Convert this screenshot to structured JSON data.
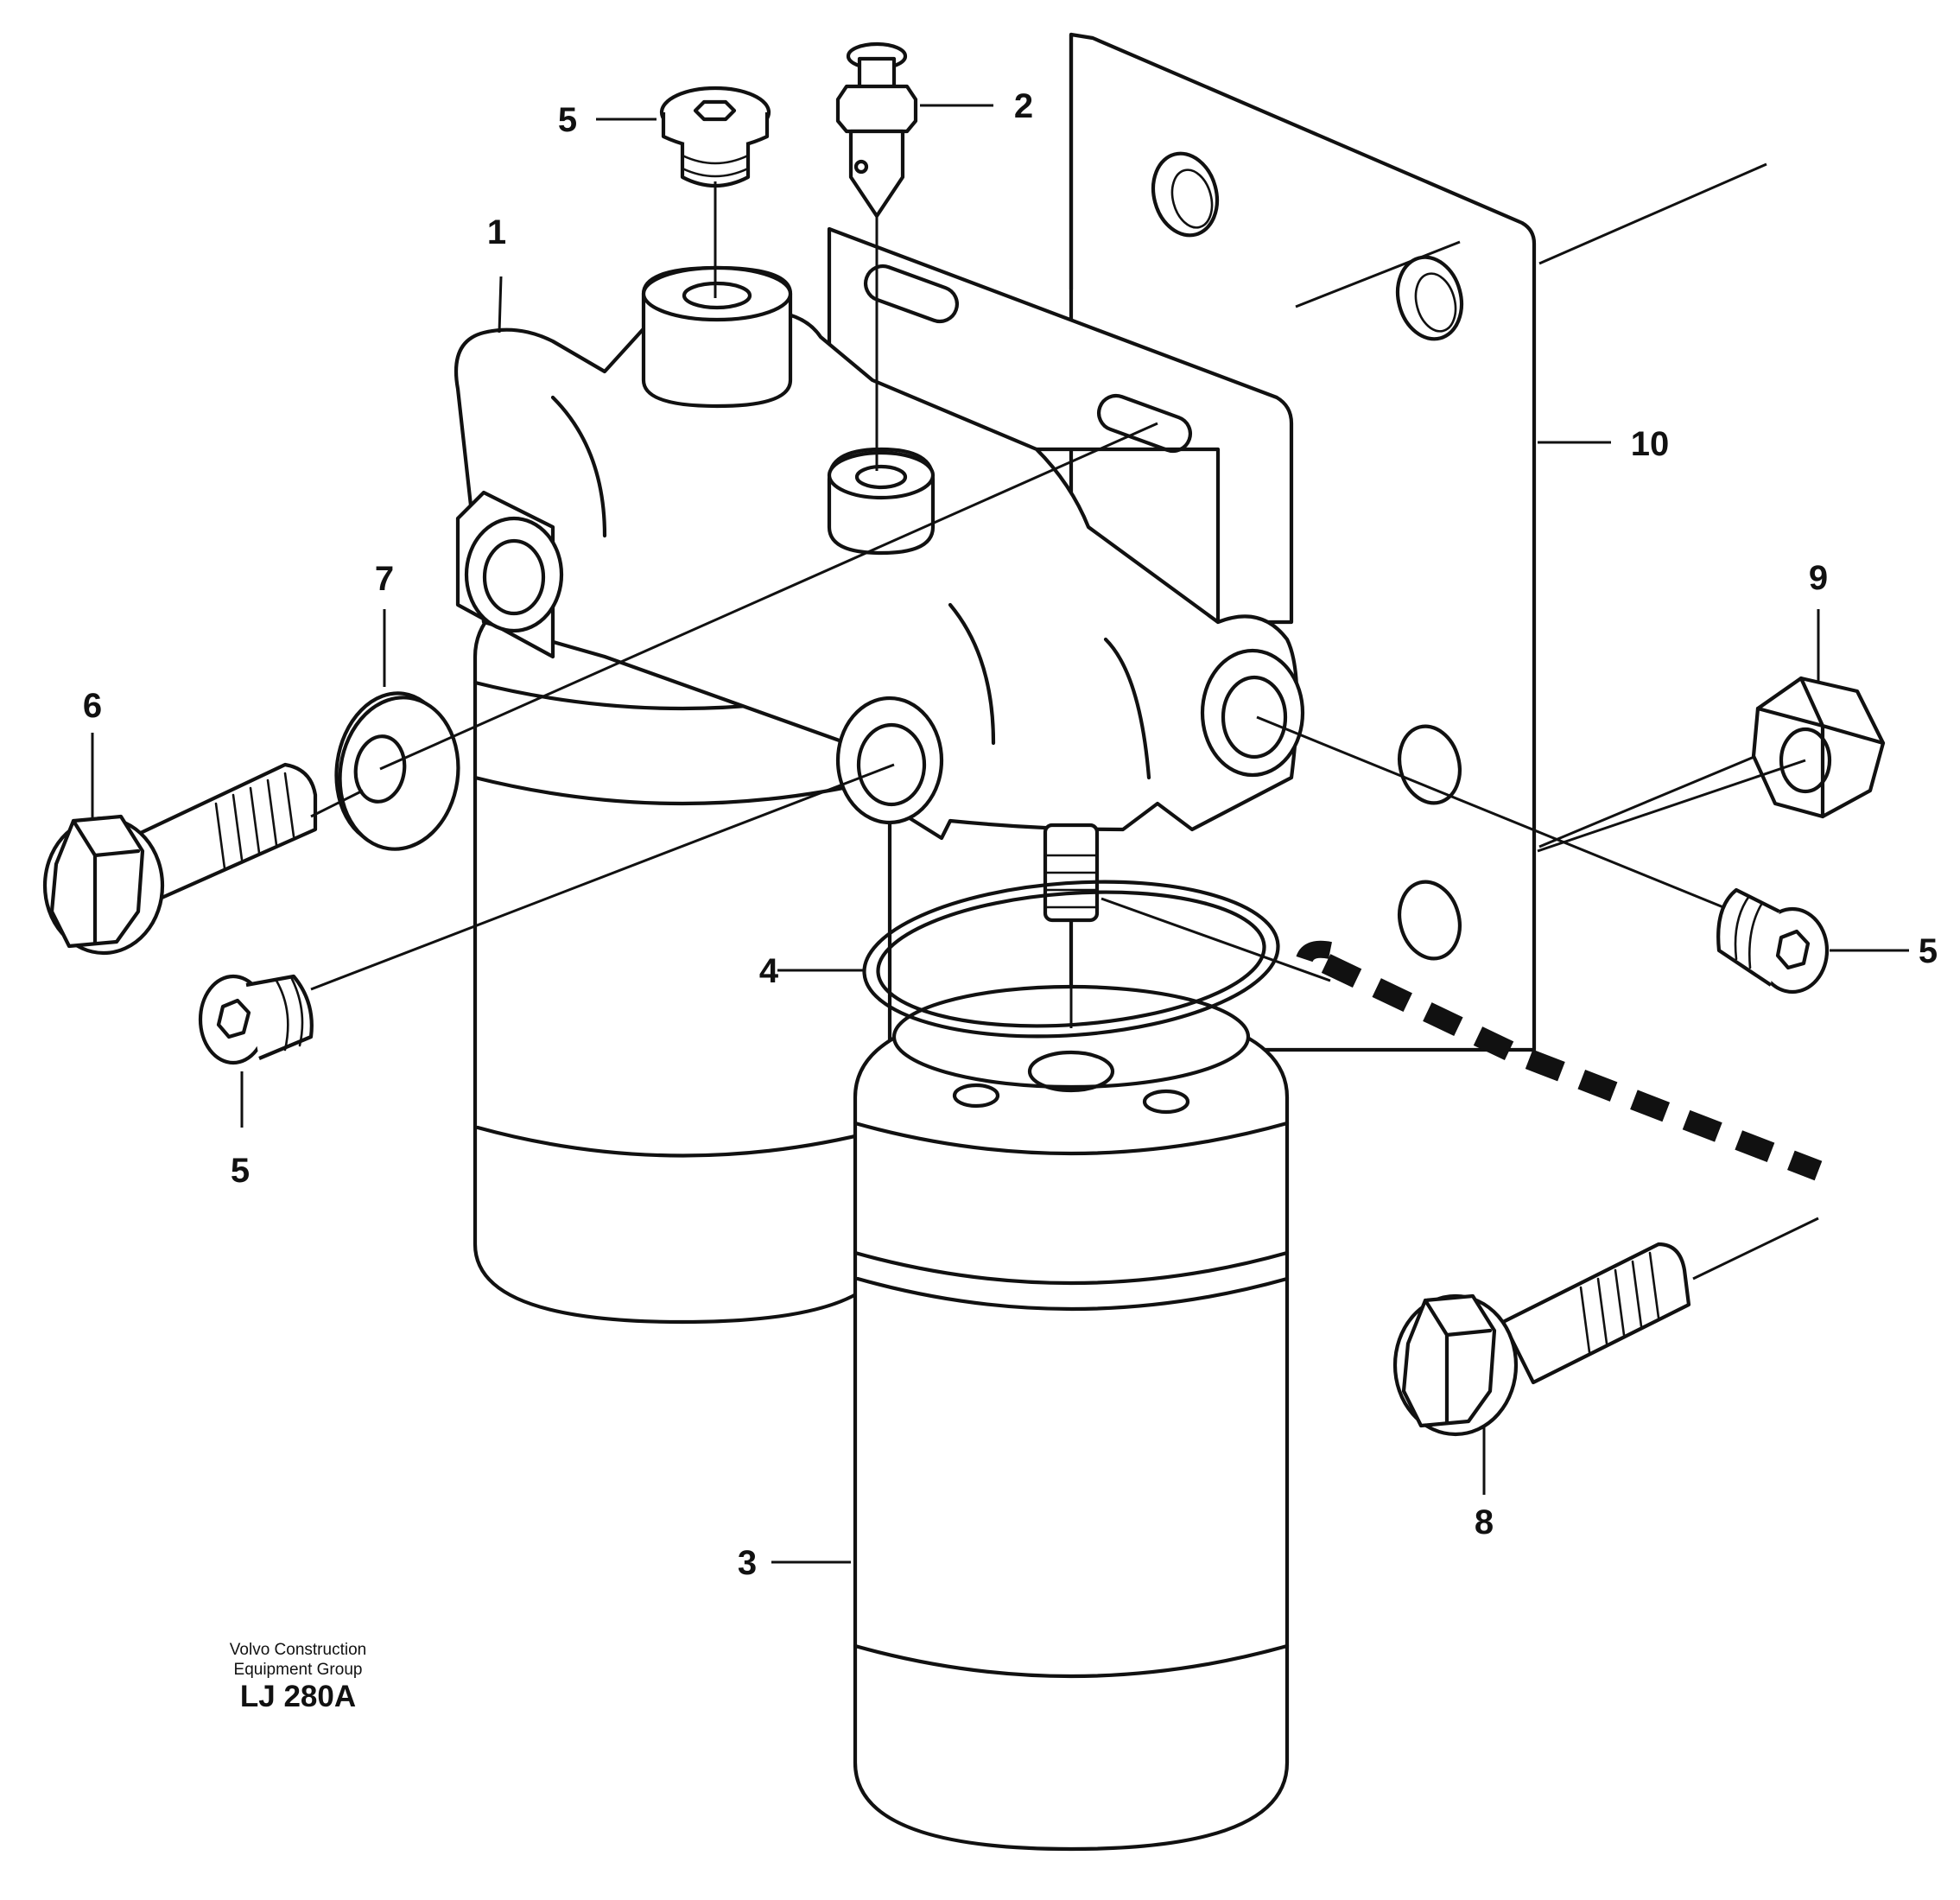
{
  "credit": {
    "line1": "Volvo Construction",
    "line2": "Equipment Group",
    "code": "LJ 280A"
  },
  "callouts": [
    {
      "id": "c1",
      "number": "1"
    },
    {
      "id": "c2",
      "number": "2"
    },
    {
      "id": "c3",
      "number": "3"
    },
    {
      "id": "c4",
      "number": "4"
    },
    {
      "id": "c5a",
      "number": "5"
    },
    {
      "id": "c5b",
      "number": "5"
    },
    {
      "id": "c5c",
      "number": "5"
    },
    {
      "id": "c6",
      "number": "6"
    },
    {
      "id": "c7",
      "number": "7"
    },
    {
      "id": "c8",
      "number": "8"
    },
    {
      "id": "c9",
      "number": "9"
    },
    {
      "id": "c10",
      "number": "10"
    }
  ]
}
